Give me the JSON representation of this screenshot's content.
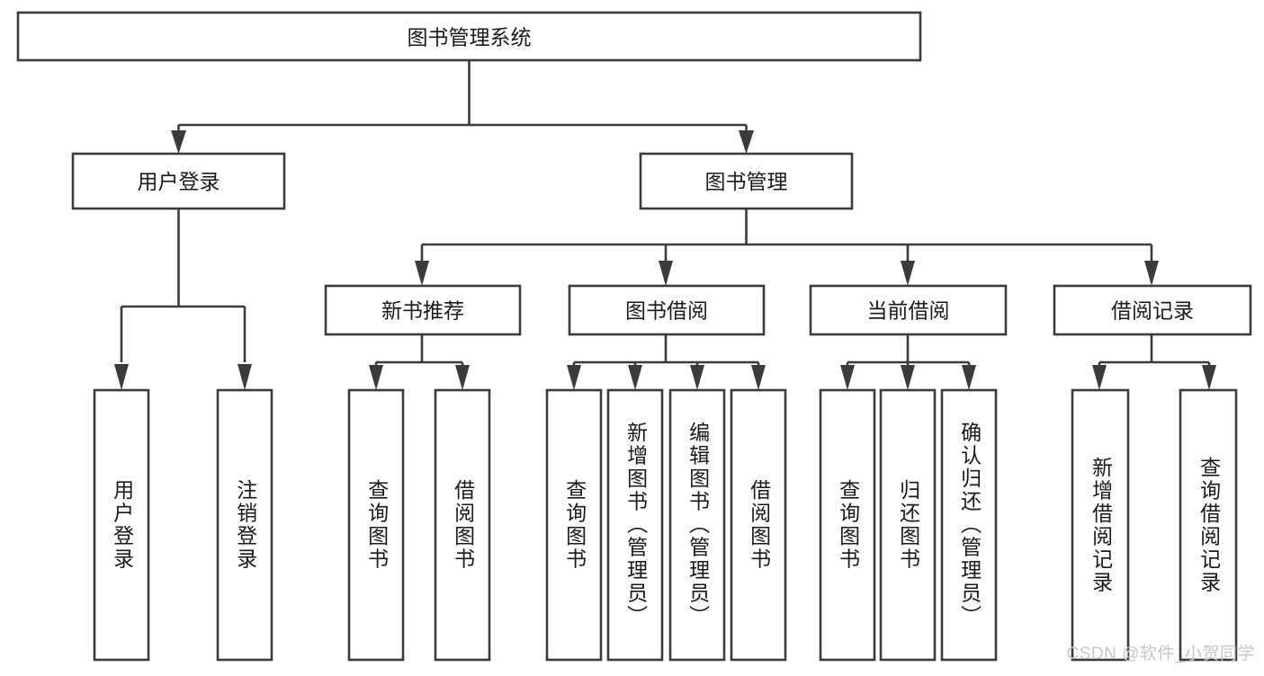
{
  "diagram": {
    "type": "hierarchy-tree",
    "title": "图书管理系统",
    "root": {
      "label": "图书管理系统"
    },
    "level1": [
      {
        "label": "用户登录"
      },
      {
        "label": "图书管理"
      }
    ],
    "level2": [
      {
        "label": "新书推荐",
        "parent": "图书管理"
      },
      {
        "label": "图书借阅",
        "parent": "图书管理"
      },
      {
        "label": "当前借阅",
        "parent": "图书管理"
      },
      {
        "label": "借阅记录",
        "parent": "图书管理"
      }
    ],
    "leaves": {
      "user_login": [
        {
          "label": "用户登录"
        },
        {
          "label": "注销登录"
        }
      ],
      "new_book_recommend": [
        {
          "label": "查询图书"
        },
        {
          "label": "借阅图书"
        }
      ],
      "book_borrow": [
        {
          "label": "查询图书"
        },
        {
          "label": "新增图书（管理员）"
        },
        {
          "label": "编辑图书（管理员）"
        },
        {
          "label": "借阅图书"
        }
      ],
      "current_borrow": [
        {
          "label": "查询图书"
        },
        {
          "label": "归还图书"
        },
        {
          "label": "确认归还（管理员）"
        }
      ],
      "borrow_record": [
        {
          "label": "新增借阅记录"
        },
        {
          "label": "查询借阅记录"
        }
      ]
    },
    "colors": {
      "box_stroke": "#3b3b3b",
      "box_fill": "#ffffff",
      "text": "#1a1a1a",
      "watermark": "#c8c8c8",
      "background": "#ffffff"
    }
  },
  "watermark": {
    "text": "CSDN @软件_小贺同学"
  }
}
